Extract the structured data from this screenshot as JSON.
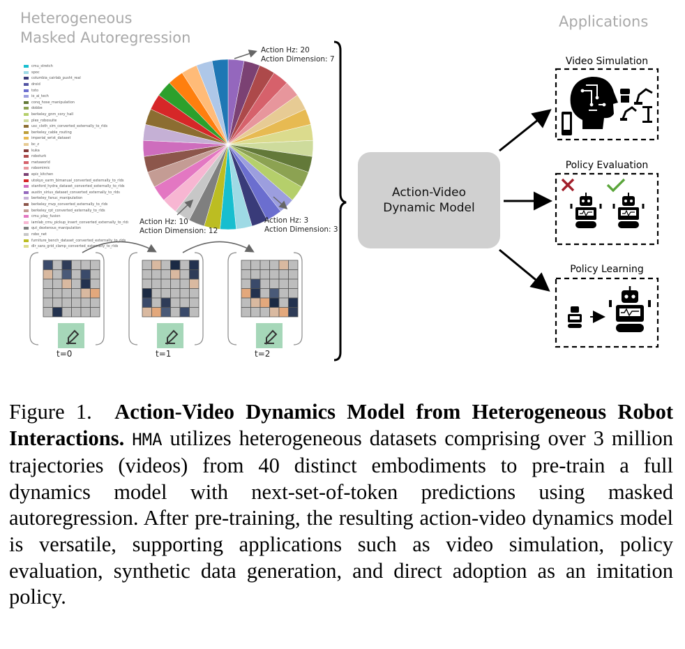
{
  "left_panel": {
    "title_line1": "Heterogeneous",
    "title_line2": "Masked Autoregression"
  },
  "right_panel": {
    "title": "Applications"
  },
  "legend": {
    "items": [
      {
        "label": "cmu_stretch",
        "color": "#17becf"
      },
      {
        "label": "spoc",
        "color": "#9edae5"
      },
      {
        "label": "columbia_cairlab_pusht_real",
        "color": "#393b79"
      },
      {
        "label": "droid",
        "color": "#5254a3"
      },
      {
        "label": "toto",
        "color": "#6b6ecf"
      },
      {
        "label": "io_ai_tech",
        "color": "#9c9ede"
      },
      {
        "label": "conq_hose_manipulation",
        "color": "#637939"
      },
      {
        "label": "dobbe",
        "color": "#8ca252"
      },
      {
        "label": "berkeley_gnm_cory_hall",
        "color": "#b5cf6b"
      },
      {
        "label": "plex_robosuite",
        "color": "#cedb9c"
      },
      {
        "label": "usc_cloth_sim_converted_externally_to_rlds",
        "color": "#8c6d31"
      },
      {
        "label": "berkeley_cable_routing",
        "color": "#bd9e39"
      },
      {
        "label": "imperial_wrist_dataset",
        "color": "#e7ba52"
      },
      {
        "label": "bc_z",
        "color": "#e7cb94"
      },
      {
        "label": "kuka",
        "color": "#843c39"
      },
      {
        "label": "roboturk",
        "color": "#ad494a"
      },
      {
        "label": "metaworld",
        "color": "#d6616b"
      },
      {
        "label": "robomimic",
        "color": "#e7969c"
      },
      {
        "label": "epic_kitchen",
        "color": "#7b4173"
      },
      {
        "label": "utokyo_xarm_bimanual_converted_externally_to_rlds",
        "color": "#d62728"
      },
      {
        "label": "stanford_hydra_dataset_converted_externally_to_rlds",
        "color": "#ce6dbd"
      },
      {
        "label": "austin_sirius_dataset_converted_externally_to_rlds",
        "color": "#9467bd"
      },
      {
        "label": "berkeley_fanuc_manipulation",
        "color": "#c5b0d5"
      },
      {
        "label": "berkeley_mvp_converted_externally_to_rlds",
        "color": "#8c564b"
      },
      {
        "label": "berkeley_rpt_converted_externally_to_rlds",
        "color": "#c49c94"
      },
      {
        "label": "cmu_play_fusion",
        "color": "#e377c2"
      },
      {
        "label": "iamlab_cmu_pickup_insert_converted_externally_to_rlds",
        "color": "#f7b6d2"
      },
      {
        "label": "qut_dexterous_manipulation",
        "color": "#7f7f7f"
      },
      {
        "label": "robo_net",
        "color": "#c7c7c7"
      },
      {
        "label": "furniture_bench_dataset_converted_externally_to_rlds",
        "color": "#bcbd22"
      },
      {
        "label": "dlr_sara_grid_clamp_converted_externally_to_rlds",
        "color": "#dbdb8d"
      }
    ]
  },
  "pie_slices": [
    {
      "color": "#9467bd"
    },
    {
      "color": "#7b4173"
    },
    {
      "color": "#ad494a"
    },
    {
      "color": "#d6616b"
    },
    {
      "color": "#e7969c"
    },
    {
      "color": "#e7cb94"
    },
    {
      "color": "#e7ba52"
    },
    {
      "color": "#dbdb8d"
    },
    {
      "color": "#cedb9c"
    },
    {
      "color": "#637939"
    },
    {
      "color": "#8ca252"
    },
    {
      "color": "#b5cf6b"
    },
    {
      "color": "#9c9ede"
    },
    {
      "color": "#6b6ecf"
    },
    {
      "color": "#393b79"
    },
    {
      "color": "#9edae5"
    },
    {
      "color": "#17becf"
    },
    {
      "color": "#bcbd22"
    },
    {
      "color": "#7f7f7f"
    },
    {
      "color": "#c7c7c7"
    },
    {
      "color": "#f7b6d2"
    },
    {
      "color": "#e377c2"
    },
    {
      "color": "#c49c94"
    },
    {
      "color": "#8c564b"
    },
    {
      "color": "#ce6dbd"
    },
    {
      "color": "#c5b0d5"
    },
    {
      "color": "#8c6d31"
    },
    {
      "color": "#d62728"
    },
    {
      "color": "#2ca02c"
    },
    {
      "color": "#ff7f0e"
    },
    {
      "color": "#ffbb78"
    },
    {
      "color": "#aec7e8"
    },
    {
      "color": "#1f77b4"
    }
  ],
  "annotations": {
    "top_line1": "Action Hz: 20",
    "top_line2": "Action Dimension: 7",
    "left_line1": "Action Hz: 10",
    "left_line2": "Action Dimension: 12",
    "right_line1": "Action Hz: 3",
    "right_line2": "Action Dimension: 3"
  },
  "frames": [
    {
      "label": "t=0"
    },
    {
      "label": "t=1"
    },
    {
      "label": "t=2"
    }
  ],
  "model_box": {
    "label": "Action-Video\nDynamic Model"
  },
  "applications": [
    {
      "title": "Video Simulation"
    },
    {
      "title": "Policy Evaluation"
    },
    {
      "title": "Policy Learning"
    }
  ],
  "caption": {
    "figure_label": "Figure 1.",
    "bold_title": "Action-Video Dynamics Model from Heterogeneous Robot Interactions.",
    "code_term": "HMA",
    "body": "utilizes heterogeneous datasets comprising over 3 million trajectories (videos) from 40 distinct embodiments to pre-train a full dynamics model with next-set-of-token predictions using masked autoregression. After pre-training, the resulting action-video dynamics model is versatile, supporting applications such as video simulation, policy evaluation, synthetic data generation, and direct adoption as an imitation policy."
  }
}
